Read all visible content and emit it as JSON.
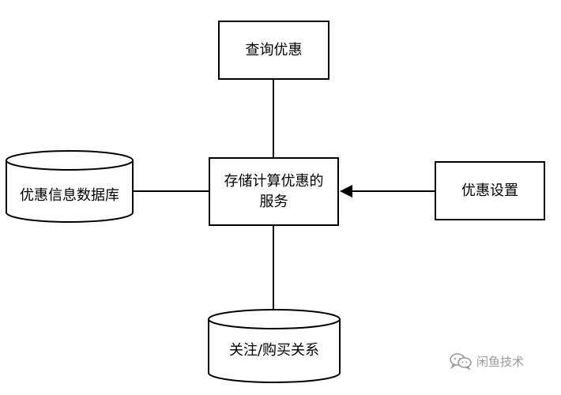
{
  "diagram": {
    "nodes": {
      "query_coupon": "查询优惠",
      "service": "存储计算优惠的\n服务",
      "coupon_settings": "优惠设置",
      "coupon_db": "优惠信息数据库",
      "follow_purchase_db": "关注/购买关系"
    },
    "edges": [
      {
        "from": "query_coupon",
        "to": "service",
        "arrow": "none"
      },
      {
        "from": "coupon_db",
        "to": "service",
        "arrow": "none"
      },
      {
        "from": "coupon_settings",
        "to": "service",
        "arrow": "into service"
      },
      {
        "from": "service",
        "to": "follow_purchase_db",
        "arrow": "none"
      }
    ],
    "colors": {
      "stroke": "#000000",
      "fill": "#ffffff",
      "watermark": "#9a9a9a"
    }
  },
  "watermark": {
    "text": "闲鱼技术",
    "icon": "wechat-icon"
  }
}
